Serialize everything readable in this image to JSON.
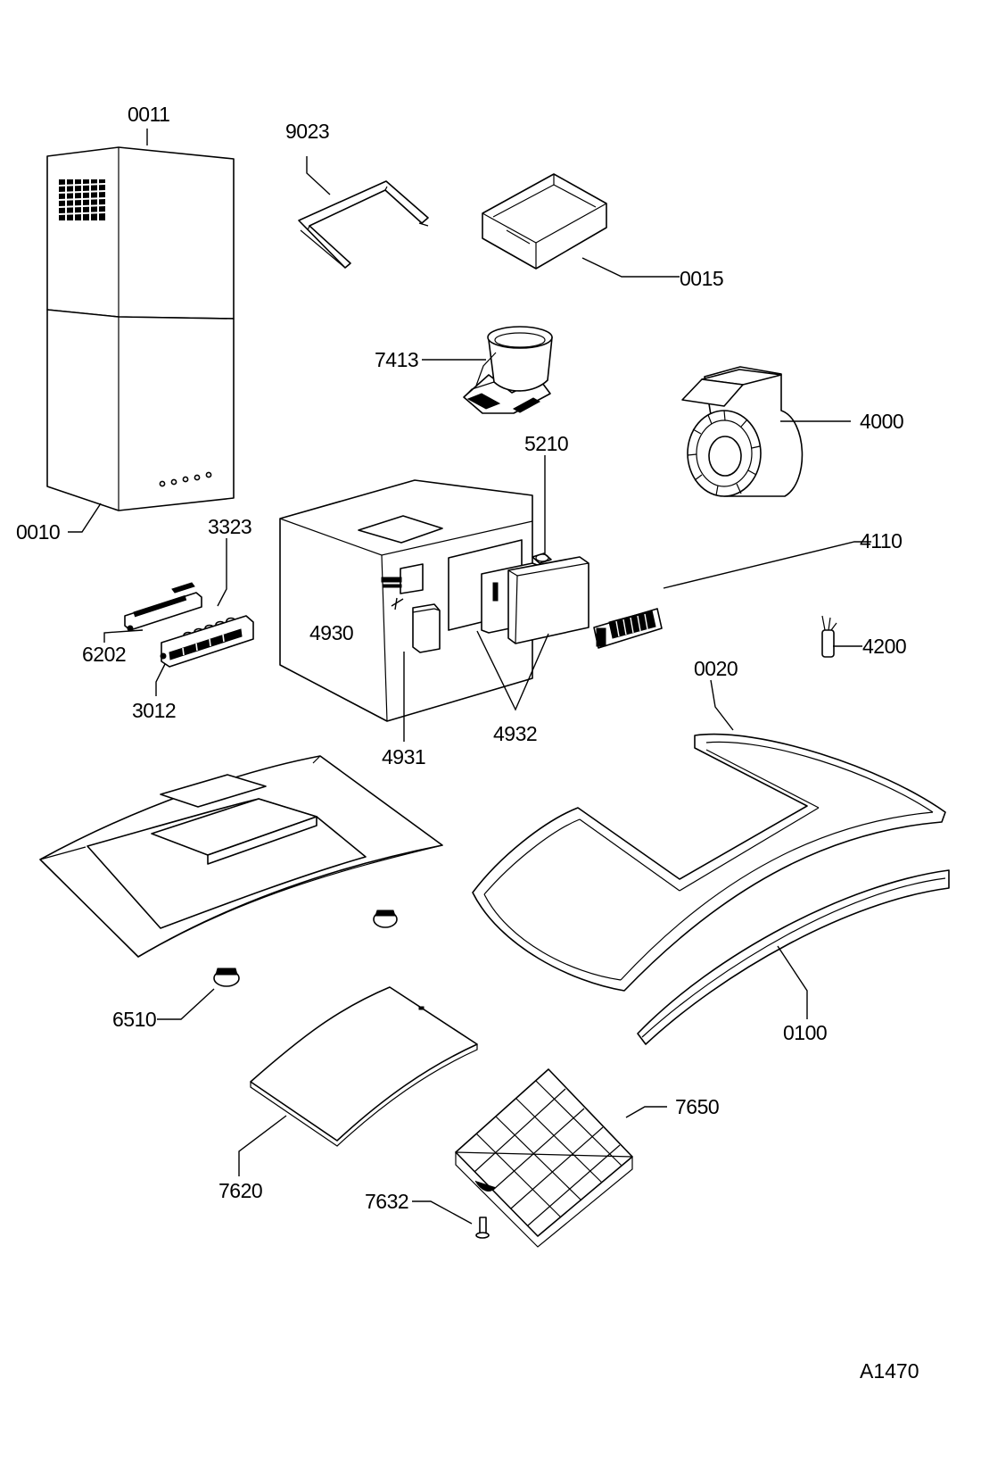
{
  "labels": {
    "p0011": "0011",
    "p9023": "9023",
    "p0015": "0015",
    "p7413": "7413",
    "p4000": "4000",
    "p5210": "5210",
    "p0010": "0010",
    "p3323": "3323",
    "p4110": "4110",
    "p4930": "4930",
    "p6202": "6202",
    "p4200": "4200",
    "p0020": "0020",
    "p3012": "3012",
    "p4932": "4932",
    "p4931": "4931",
    "p6510": "6510",
    "p0100": "0100",
    "p7650": "7650",
    "p7620": "7620",
    "p7632": "7632"
  },
  "drawing_code": "A1470"
}
